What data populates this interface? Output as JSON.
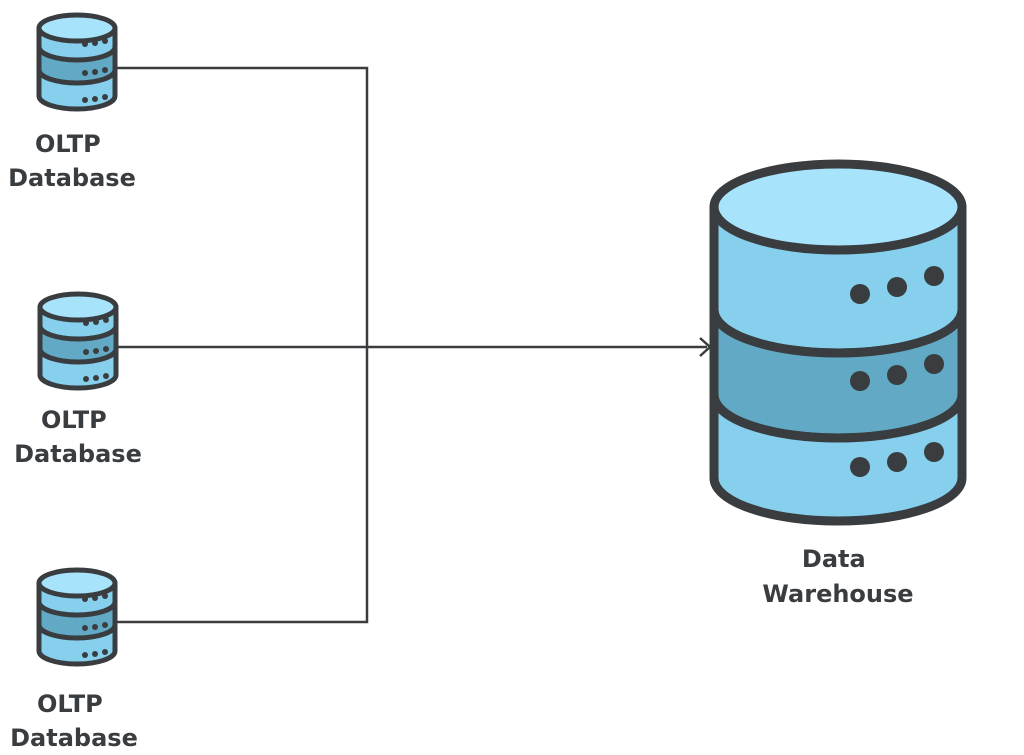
{
  "sources": [
    {
      "label_line1": "OLTP",
      "label_line2": "Database"
    },
    {
      "label_line1": "OLTP",
      "label_line2": "Database"
    },
    {
      "label_line1": "OLTP",
      "label_line2": "Database"
    }
  ],
  "target": {
    "label_line1": "Data",
    "label_line2": "Warehouse"
  },
  "colors": {
    "outline": "#3a3d40",
    "disk_light": "#86d0ee",
    "disk_top": "#a7e3fa",
    "disk_mid": "#62a9c6",
    "connector": "#3a3d40",
    "background": "#ffffff"
  }
}
